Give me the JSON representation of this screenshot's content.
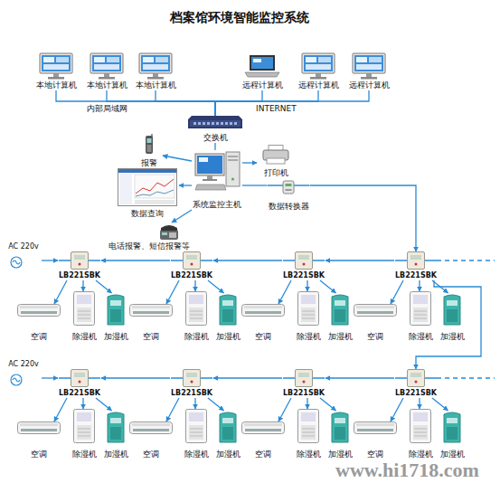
{
  "diagram": {
    "title": "档案馆环境智能监控系统",
    "nodes": [
      {
        "text": [
          "本地计算机"
        ]
      },
      {
        "text": [
          "本地计算机"
        ]
      },
      {
        "text": [
          "本地计算机"
        ]
      },
      {
        "text": [
          "远程计算机"
        ]
      },
      {
        "text": [
          "远程计算机"
        ]
      },
      {
        "text": [
          "远程计算机"
        ]
      },
      {
        "text": [
          "交换机"
        ]
      },
      {
        "text": [
          "报警"
        ]
      },
      {
        "text": [
          "打印机"
        ]
      },
      {
        "text": [
          "数据查询"
        ]
      },
      {
        "text": [
          "系统监控主机"
        ]
      },
      {
        "text": [
          "数据转换器"
        ]
      },
      {
        "text": [
          "电话报警、短信报警等"
        ]
      },
      {
        "text": [
          "AC 220v"
        ]
      },
      {
        "text": [
          "LB221SBK"
        ]
      },
      {
        "text": [
          "空调"
        ]
      },
      {
        "text": [
          "除湿机"
        ]
      },
      {
        "text": [
          "加湿机"
        ]
      },
      {
        "text": [
          "LB221SBK"
        ]
      },
      {
        "text": [
          "空调"
        ]
      },
      {
        "text": [
          "除湿机"
        ]
      },
      {
        "text": [
          "加湿机"
        ]
      },
      {
        "text": [
          "LB221SBK"
        ]
      },
      {
        "text": [
          "空调"
        ]
      },
      {
        "text": [
          "除湿机"
        ]
      },
      {
        "text": [
          "加湿机"
        ]
      },
      {
        "text": [
          "LB221SBK"
        ]
      },
      {
        "text": [
          "空调"
        ]
      },
      {
        "text": [
          "除湿机"
        ]
      },
      {
        "text": [
          "加湿机"
        ]
      },
      {
        "text": [
          "AC 220v"
        ]
      },
      {
        "text": [
          "LB221SBK"
        ]
      },
      {
        "text": [
          "空调"
        ]
      },
      {
        "text": [
          "除湿机"
        ]
      },
      {
        "text": [
          "加湿机"
        ]
      },
      {
        "text": [
          "LB221SBK"
        ]
      },
      {
        "text": [
          "空调"
        ]
      },
      {
        "text": [
          "除湿机"
        ]
      },
      {
        "text": [
          "加湿机"
        ]
      },
      {
        "text": [
          "LB221SBK"
        ]
      },
      {
        "text": [
          "空调"
        ]
      },
      {
        "text": [
          "除湿机"
        ]
      },
      {
        "text": [
          "加湿机"
        ]
      },
      {
        "text": [
          "LB221SBK"
        ]
      },
      {
        "text": [
          "空调"
        ]
      },
      {
        "text": [
          "除湿机"
        ]
      },
      {
        "text": [
          "加湿机"
        ]
      }
    ],
    "edges": [
      {
        "from": 0,
        "to": 6,
        "arrow": "none"
      },
      {
        "from": 1,
        "to": 6,
        "arrow": "none"
      },
      {
        "from": 2,
        "to": 6,
        "arrow": "none"
      },
      {
        "from": 3,
        "to": 6,
        "arrow": "none"
      },
      {
        "from": 4,
        "to": 6,
        "arrow": "none"
      },
      {
        "from": 5,
        "to": 6,
        "arrow": "none"
      },
      {
        "from": 6,
        "to": 10,
        "arrow": "none"
      },
      {
        "from": 10,
        "to": 7,
        "arrow": "to"
      },
      {
        "from": 10,
        "to": 8,
        "arrow": "to"
      },
      {
        "from": 10,
        "to": 9,
        "arrow": "to"
      },
      {
        "from": 10,
        "to": 12,
        "arrow": "to"
      },
      {
        "from": 10,
        "to": 11,
        "arrow": "none"
      },
      {
        "from": 11,
        "to": 26,
        "arrow": "to"
      },
      {
        "from": 26,
        "to": 22,
        "arrow": "to"
      },
      {
        "from": 22,
        "to": 18,
        "arrow": "to"
      },
      {
        "from": 18,
        "to": 14,
        "arrow": "to"
      },
      {
        "from": 13,
        "to": 14,
        "arrow": "to"
      },
      {
        "from": 26,
        "to": 43,
        "arrow": "to"
      },
      {
        "from": 43,
        "to": 39,
        "arrow": "to"
      },
      {
        "from": 39,
        "to": 35,
        "arrow": "to"
      },
      {
        "from": 35,
        "to": 31,
        "arrow": "to"
      },
      {
        "from": 30,
        "to": 31,
        "arrow": "to"
      },
      {
        "from": 14,
        "to": 15,
        "arrow": "to"
      },
      {
        "from": 14,
        "to": 16,
        "arrow": "to"
      },
      {
        "from": 14,
        "to": 17,
        "arrow": "to"
      },
      {
        "from": 18,
        "to": 19,
        "arrow": "to"
      },
      {
        "from": 18,
        "to": 20,
        "arrow": "to"
      },
      {
        "from": 18,
        "to": 21,
        "arrow": "to"
      },
      {
        "from": 22,
        "to": 23,
        "arrow": "to"
      },
      {
        "from": 22,
        "to": 24,
        "arrow": "to"
      },
      {
        "from": 22,
        "to": 25,
        "arrow": "to"
      },
      {
        "from": 26,
        "to": 27,
        "arrow": "to"
      },
      {
        "from": 26,
        "to": 28,
        "arrow": "to"
      },
      {
        "from": 26,
        "to": 29,
        "arrow": "to"
      },
      {
        "from": 31,
        "to": 32,
        "arrow": "to"
      },
      {
        "from": 31,
        "to": 33,
        "arrow": "to"
      },
      {
        "from": 31,
        "to": 34,
        "arrow": "to"
      },
      {
        "from": 35,
        "to": 36,
        "arrow": "to"
      },
      {
        "from": 35,
        "to": 37,
        "arrow": "to"
      },
      {
        "from": 35,
        "to": 38,
        "arrow": "to"
      },
      {
        "from": 39,
        "to": 40,
        "arrow": "to"
      },
      {
        "from": 39,
        "to": 41,
        "arrow": "to"
      },
      {
        "from": 39,
        "to": 42,
        "arrow": "to"
      },
      {
        "from": 43,
        "to": 44,
        "arrow": "to"
      },
      {
        "from": 43,
        "to": 45,
        "arrow": "to"
      },
      {
        "from": 43,
        "to": 46,
        "arrow": "to"
      }
    ],
    "labels": [
      "内部局域网",
      "INTERNET",
      "www.hi1718.com"
    ]
  }
}
